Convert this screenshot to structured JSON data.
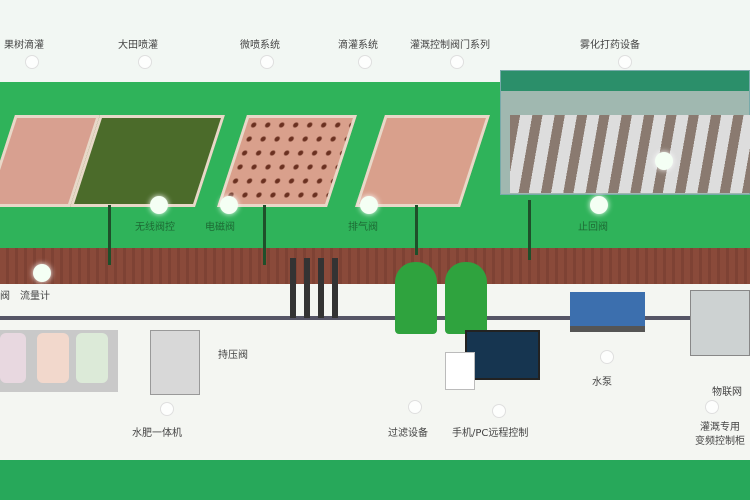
{
  "top_labels": [
    "果树滴灌",
    "大田喷灌",
    "微喷系统",
    "滴灌系统",
    "灌溉控制阀门系列",
    "雾化打药设备"
  ],
  "field_labels": [
    "无线阀控",
    "电磁阀",
    "排气阀",
    "止回阀"
  ],
  "lower_labels": {
    "valve": "阀",
    "flowmeter": "流量计",
    "pressure_valve": "持压阀",
    "fertigation": "水肥一体机",
    "filter": "过滤设备",
    "remote": "手机/PC远程控制",
    "pump": "水泵",
    "iot": "物联网",
    "vfd_line1": "灌溉专用",
    "vfd_line2": "变频控制柜"
  },
  "colors": {
    "grass": "#2fb35a",
    "soil": "#8a4a3a",
    "ground": "#f4f6f2",
    "bottom": "#27a85a"
  }
}
